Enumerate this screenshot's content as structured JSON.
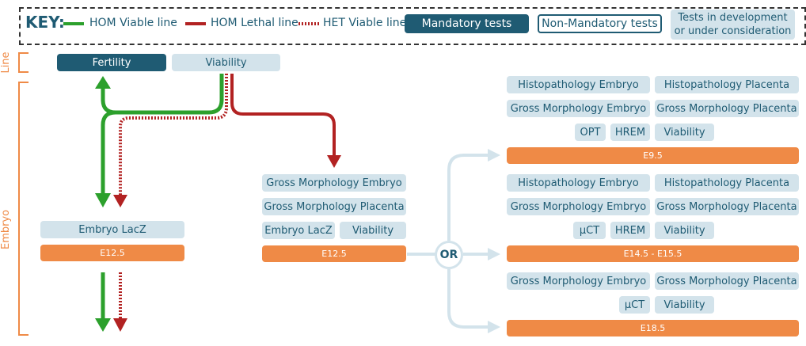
{
  "key": {
    "title": "KEY:",
    "hom_viable": "HOM Viable line",
    "hom_lethal": "HOM Lethal line",
    "het_viable": "HET Viable line",
    "mandatory": "Mandatory tests",
    "non_mandatory": "Non-Mandatory tests",
    "in_development": "Tests in development\nor under consideration"
  },
  "colors": {
    "hom_viable": "#2ca02c",
    "hom_lethal": "#b22222",
    "mandatory": "#1f5b73",
    "development": "#d3e3eb",
    "stage": "#ef8a46"
  },
  "side_labels": {
    "line": "Line",
    "embryo": "Embryo"
  },
  "line_tests": {
    "fertility": "Fertility",
    "viability": "Viability"
  },
  "left_branch": {
    "test": "Embryo LacZ",
    "stage": "E12.5"
  },
  "middle_branch": {
    "tests": [
      "Gross Morphology Embryo",
      "Gross Morphology Placenta",
      "Embryo LacZ",
      "Viability"
    ],
    "stage": "E12.5"
  },
  "or_label": "OR",
  "stage_e95": {
    "tests": [
      "Histopathology Embryo",
      "Histopathology Placenta",
      "Gross Morphology Embryo",
      "Gross Morphology Placenta",
      "OPT",
      "HREM",
      "Viability"
    ],
    "stage": "E9.5"
  },
  "stage_e145": {
    "tests": [
      "Histopathology Embryo",
      "Histopathology Placenta",
      "Gross Morphology Embryo",
      "Gross Morphology Placenta",
      "µCT",
      "HREM",
      "Viability"
    ],
    "stage": "E14.5 - E15.5"
  },
  "stage_e185": {
    "tests": [
      "Gross Morphology Embryo",
      "Gross Morphology Placenta",
      "µCT",
      "Viability"
    ],
    "stage": "E18.5"
  }
}
